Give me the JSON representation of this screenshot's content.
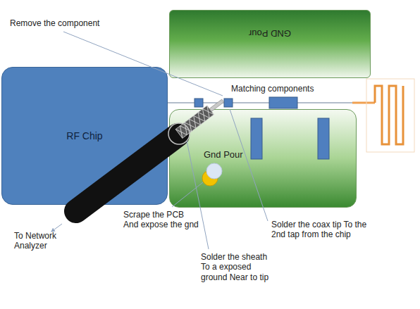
{
  "diagram": {
    "nodes": [
      {
        "text": [
          "GND Pour"
        ]
      },
      {
        "text": [
          "RF Chip"
        ]
      },
      {
        "text": [
          "Gnd Pour"
        ]
      }
    ],
    "labels": [
      "Remove the component",
      "Matching components",
      "To Network Analyzer",
      "Scrape the PCB And expose the gnd",
      "Solder the coax tip To the 2nd tap from the chip",
      "Solder the sheath To a exposed ground Near to tip"
    ]
  }
}
